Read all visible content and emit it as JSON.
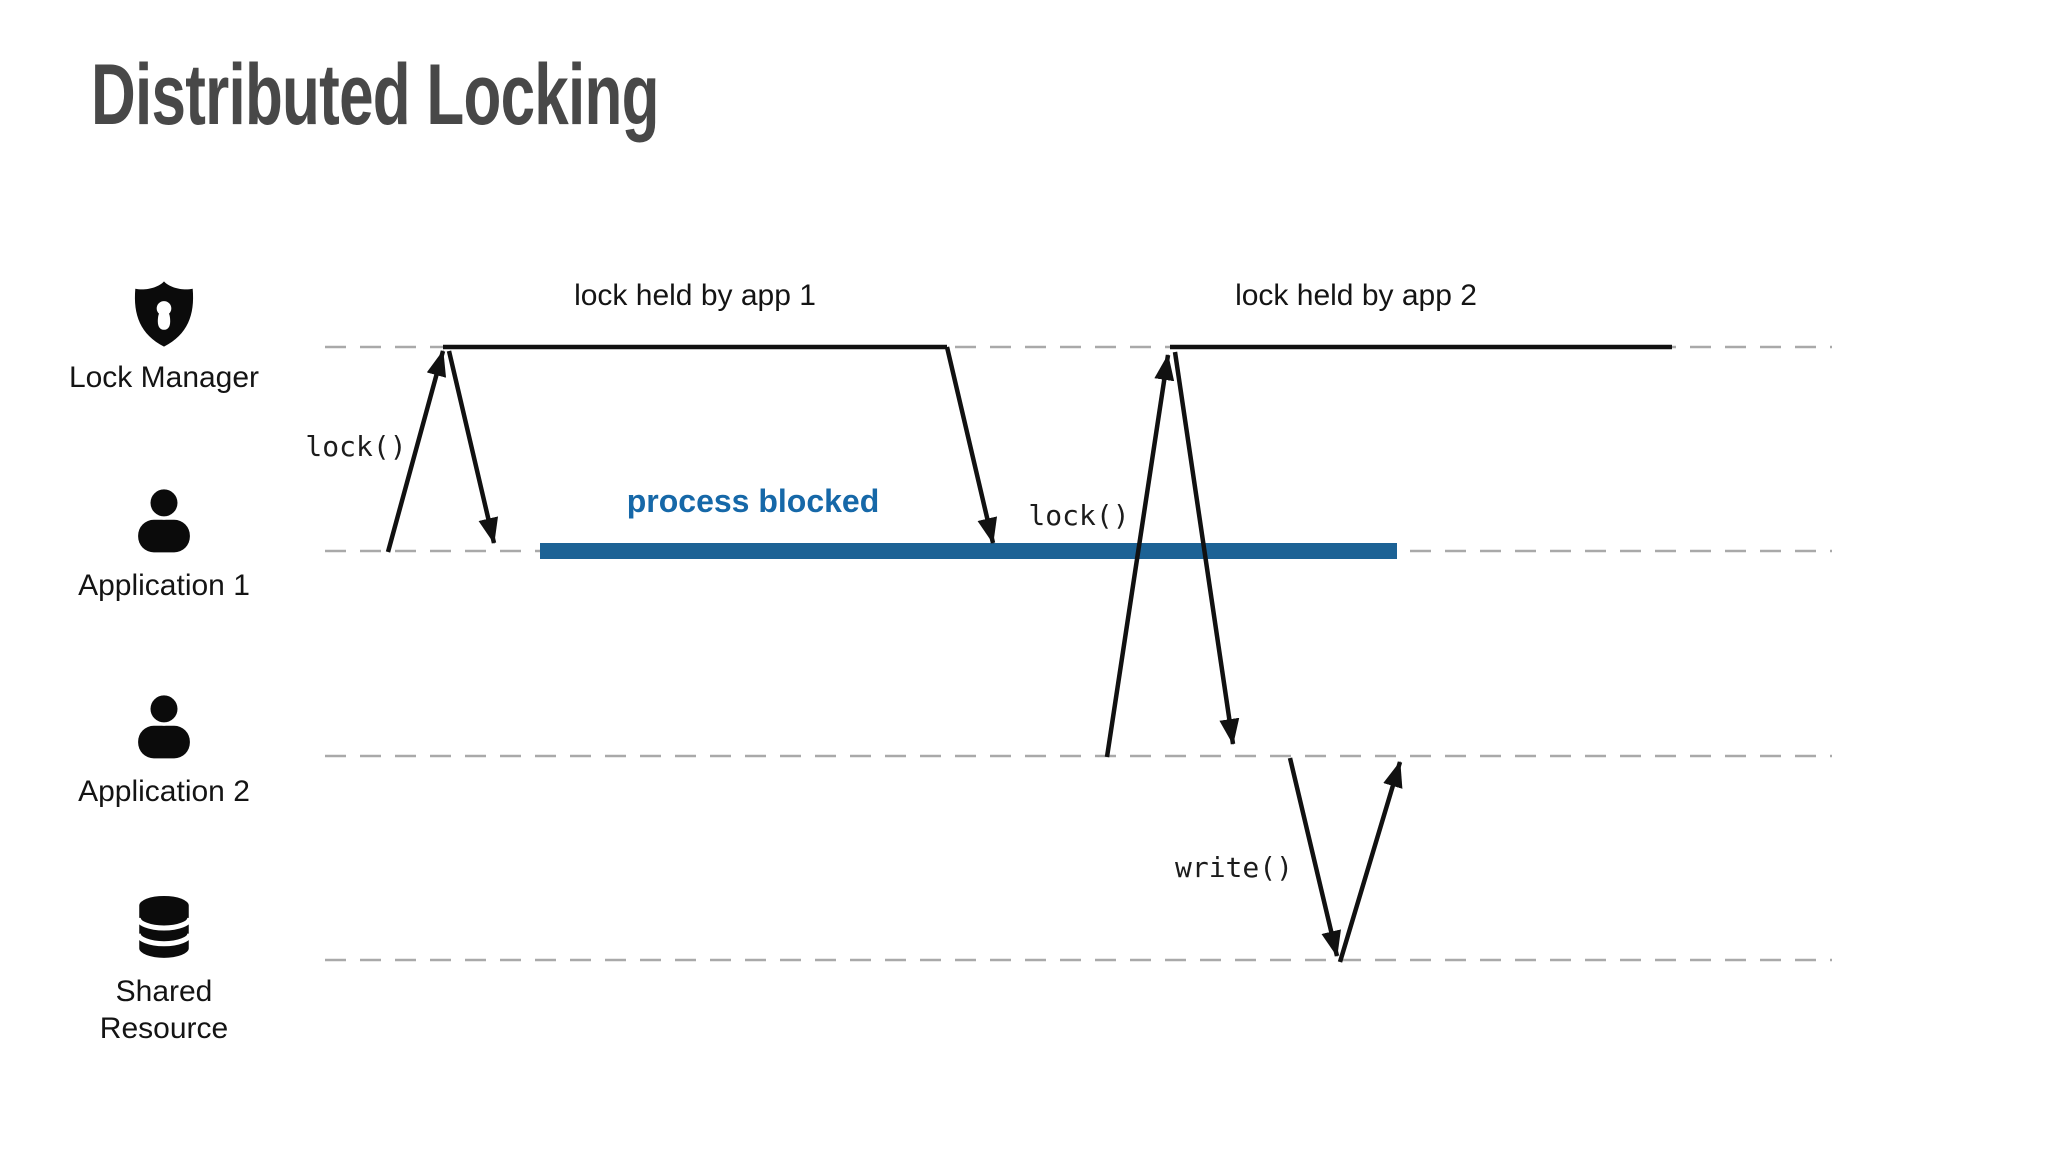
{
  "slide": {
    "title": "Distributed Locking"
  },
  "colors": {
    "accent_text_blue": "#1668a8",
    "blocked_bar_blue": "#1c6295",
    "arrow_black": "#111111",
    "lifeline_gray": "#a9a9a9",
    "title_gray": "#484848"
  },
  "actors": [
    {
      "id": "lock-manager",
      "label": "Lock Manager",
      "icon": "shield-keyhole-icon"
    },
    {
      "id": "application-1",
      "label": "Application 1",
      "icon": "person-icon"
    },
    {
      "id": "application-2",
      "label": "Application 2",
      "icon": "person-icon"
    },
    {
      "id": "shared-resource",
      "label": "Shared Resource",
      "icon": "database-icon"
    }
  ],
  "annotations": {
    "lock_held_1": "lock held by app 1",
    "lock_held_2": "lock held by app 2",
    "process_blocked": "process blocked",
    "lock_call_1": "lock()",
    "lock_call_2": "lock()",
    "write_call": "write()"
  }
}
